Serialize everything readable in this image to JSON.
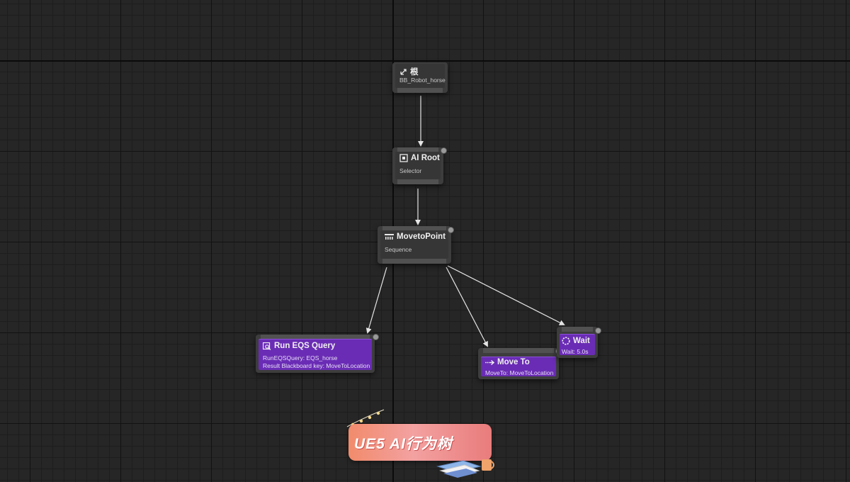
{
  "nodes": {
    "root": {
      "title": "根",
      "subtitle": "BB_Robot_horse",
      "icon": "root-branch-icon"
    },
    "ai_root": {
      "title": "AI Root",
      "subtitle": "Selector",
      "icon": "selector-icon"
    },
    "moveto_point": {
      "title": "MovetoPoint",
      "subtitle": "Sequence",
      "icon": "sequence-icon"
    },
    "run_eqs_query": {
      "title": "Run EQS Query",
      "line1": "RunEQSQuery: EQS_horse",
      "line2": "Result Blackboard key: MoveToLocation",
      "icon": "eqs-query-icon"
    },
    "move_to": {
      "title": "Move To",
      "subtitle": "MoveTo: MoveToLocation",
      "icon": "move-to-icon"
    },
    "wait": {
      "title": "Wait",
      "subtitle": "Wait: 5.0s",
      "icon": "wait-icon"
    }
  },
  "banner": {
    "text": "UE5  AI行为树"
  },
  "colors": {
    "canvas": "#262626",
    "node_frame": "#3d3d3d",
    "composite_body": "#363636",
    "task_body": "#6a2cb5",
    "wire": "#e6e6e6",
    "banner_start": "#f18b6b",
    "banner_end": "#e97c7c"
  }
}
